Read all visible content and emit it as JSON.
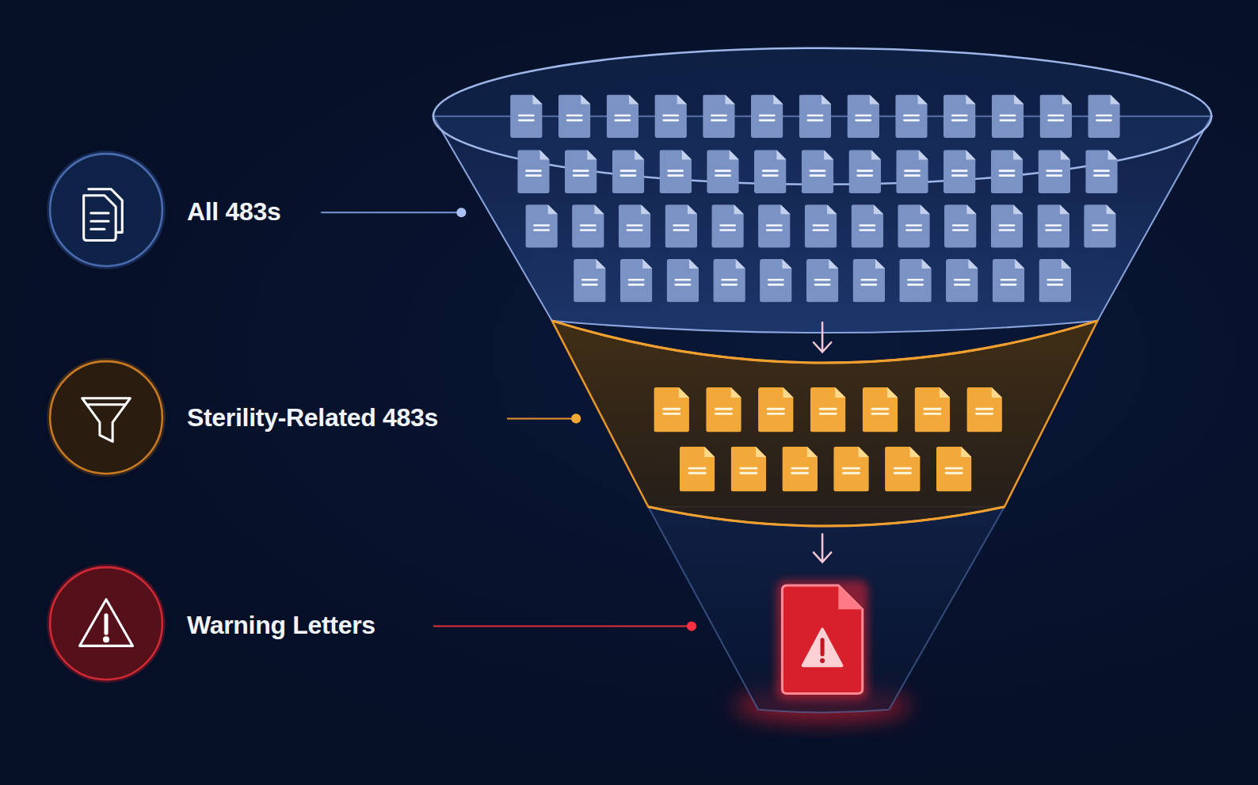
{
  "diagram": {
    "nodes": [
      {
        "text": [
          "All 483s"
        ]
      },
      {
        "text": [
          "Sterility-Related 483s"
        ]
      },
      {
        "text": [
          "Warning Letters"
        ]
      }
    ]
  }
}
